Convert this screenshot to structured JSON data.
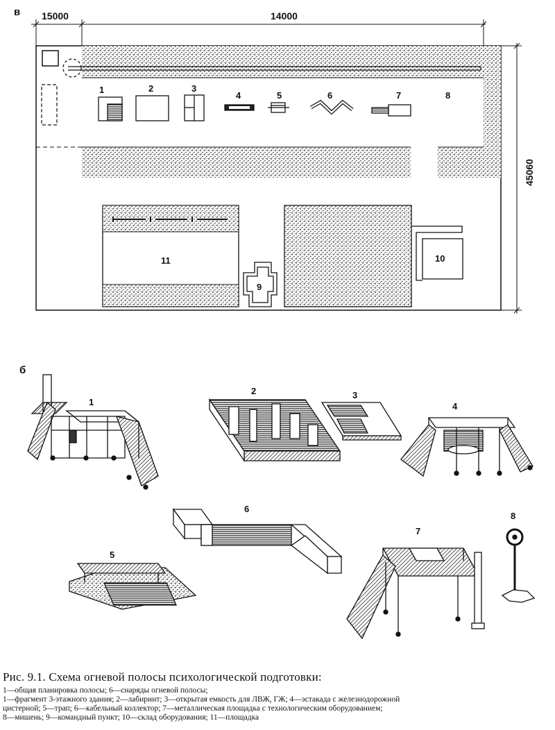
{
  "top_panel": {
    "panel_label": "в",
    "dim_left": "15000",
    "dim_top": "14000",
    "dim_right": "45060",
    "labels": {
      "n1": "1",
      "n2": "2",
      "n3": "3",
      "n4": "4",
      "n5": "5",
      "n6": "6",
      "n7": "7",
      "n8": "8",
      "n9": "9",
      "n10": "10",
      "n11": "11"
    }
  },
  "bottom_panel": {
    "panel_label": "б",
    "labels": {
      "n1": "1",
      "n2": "2",
      "n3": "3",
      "n4": "4",
      "n5": "5",
      "n6": "6",
      "n7": "7",
      "n8": "8"
    }
  },
  "caption": {
    "title": "Рис. 9.1. Схема огневой полосы психологической подготовки:",
    "line1": "1—общая планировка полосы; 6—снаряды огневой полосы;",
    "line2": "1—фрагмент 3-этажного здания; 2—лабиринт; 3—открытая емкость для ЛВЖ, ГЖ; 4—эстакада с железнодорожной",
    "line3": "цистерной; 5—трап; 6—кабельный коллектор; 7—металлическая площадка с технологическим оборудованием;",
    "line4": "8—мишень; 9—командный пункт; 10—склад оборудования; 11—площадка"
  }
}
